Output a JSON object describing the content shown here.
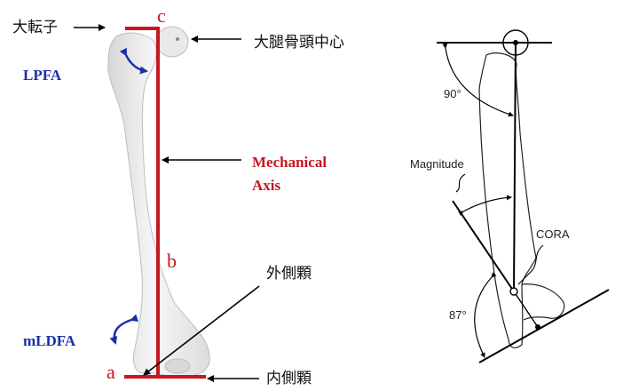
{
  "left_figure": {
    "labels": {
      "greater_trochanter": "大転子",
      "femoral_head_center": "大腿骨頭中心",
      "lpfa": "LPFA",
      "mechanical_axis_line1": "Mechanical",
      "mechanical_axis_line2": "Axis",
      "point_a": "a",
      "point_b": "b",
      "point_c": "c",
      "lateral_condyle": "外側顆",
      "medial_condyle": "内側顆",
      "mldfa": "mLDFA"
    },
    "colors": {
      "axis": "#c8161e",
      "angle_arrows": "#1a2fa8",
      "bone": "#eeeeee"
    }
  },
  "right_figure": {
    "labels": {
      "angle_top": "90°",
      "magnitude": "Magnitude",
      "cora": "CORA",
      "angle_bottom": "87°"
    }
  }
}
